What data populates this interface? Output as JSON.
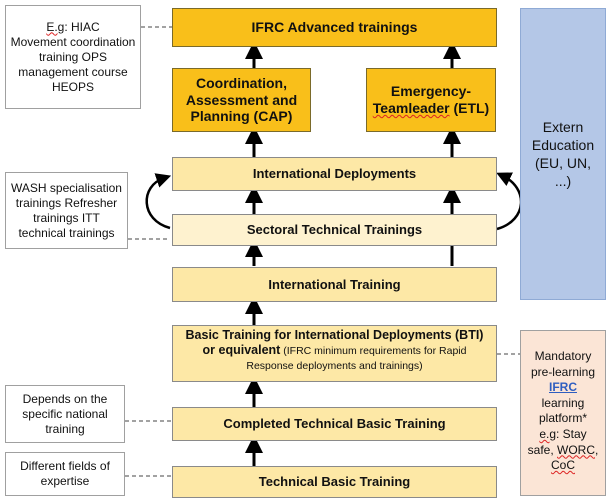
{
  "boxes": {
    "advanced": "IFRC Advanced trainings",
    "cap": "Coordination, Assessment and Planning (CAP)",
    "etl_line1": "Emergency-",
    "etl_word": "Teamleader",
    "etl_rest": " (ETL)",
    "deployments": "International Deployments",
    "sectoral": "Sectoral Technical Trainings",
    "intl_training": "International Training",
    "bti_main": "Basic Training for International Deployments (BTI) or equivalent",
    "bti_note": " (IFRC minimum requirements for Rapid Response deployments and trainings)",
    "completed": "Completed Technical Basic Training",
    "basic": "Technical Basic Training"
  },
  "notes": {
    "hiac_eg": "E.g",
    "hiac_rest": ": HIAC",
    "hiac_lines": "Movement coordination training OPS management course HEOPS",
    "wash": "WASH specialisation trainings Refresher trainings ITT technical trainings",
    "national": "Depends on the specific national training",
    "fields": "Different fields of expertise"
  },
  "extern": "Extern Education (EU, UN, ...)",
  "mandatory": {
    "before": "Mandatory pre-learning",
    "link": "IFRC",
    "after": "learning platform*",
    "eg": "e.g",
    "examples1": ": Stay safe, ",
    "worc": "WORC",
    "comma": ",",
    "coc": "CoC"
  }
}
